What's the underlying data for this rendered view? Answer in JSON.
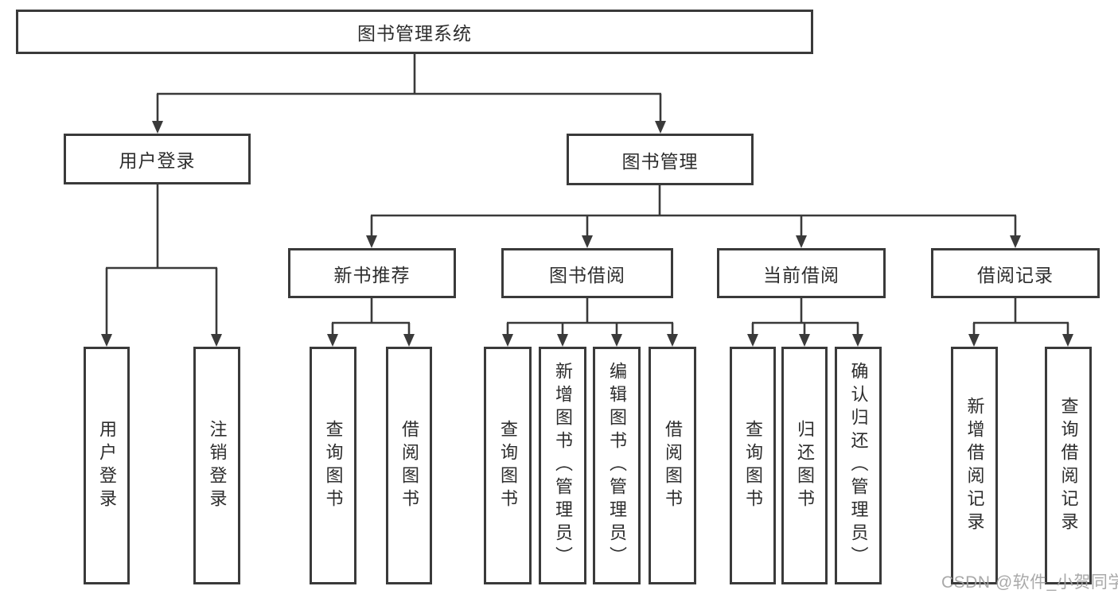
{
  "diagram": {
    "type": "hierarchy-tree",
    "orientation": "top-down",
    "colors": {
      "line": "#3a3a3a",
      "box_border": "#3a3a3a",
      "box_fill": "#ffffff",
      "text": "#2d2d2d",
      "watermark_text": "#a2a2a2",
      "background": "#ffffff"
    }
  },
  "tree": {
    "label": "图书管理系统",
    "children": [
      {
        "label": "用户登录",
        "children": [
          {
            "label": "用户登录"
          },
          {
            "label": "注销登录"
          }
        ]
      },
      {
        "label": "图书管理",
        "children": [
          {
            "label": "新书推荐",
            "children": [
              {
                "label": "查询图书"
              },
              {
                "label": "借阅图书"
              }
            ]
          },
          {
            "label": "图书借阅",
            "children": [
              {
                "label": "查询图书"
              },
              {
                "label": "新增图书（管理员）"
              },
              {
                "label": "编辑图书（管理员）"
              },
              {
                "label": "借阅图书"
              }
            ]
          },
          {
            "label": "当前借阅",
            "children": [
              {
                "label": "查询图书"
              },
              {
                "label": "归还图书"
              },
              {
                "label": "确认归还（管理员）"
              }
            ]
          },
          {
            "label": "借阅记录",
            "children": [
              {
                "label": "新增借阅记录"
              },
              {
                "label": "查询借阅记录"
              }
            ]
          }
        ]
      }
    ]
  },
  "watermark": {
    "text": "CSDN @软件_小贺同学"
  }
}
